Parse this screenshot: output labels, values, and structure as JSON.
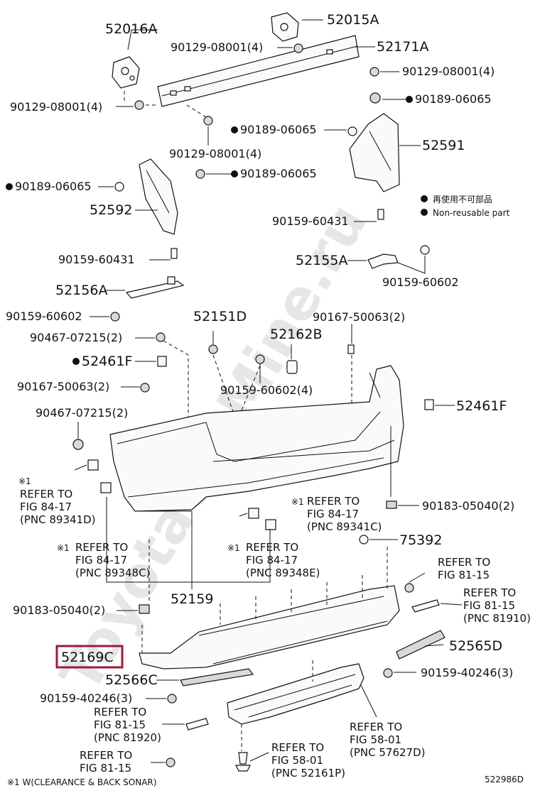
{
  "watermark": "ToyotaCarMine.ru",
  "legend": {
    "jp": "再使用不可部品",
    "en": "Non-reusable part"
  },
  "highlight_color": "#9b1c3a",
  "footnote": "※1 W(CLEARANCE & BACK SONAR)",
  "figure_id": "522986D",
  "labels": {
    "p52016A": "52016A",
    "p52015A": "52015A",
    "p52171A": "52171A",
    "b90129_a": "90129-08001(4)",
    "b90129_b": "90129-08001(4)",
    "b90129_c": "90129-08001(4)",
    "b90129_d": "90129-08001(4)",
    "c90189_a": "90189-06065",
    "c90189_b": "90189-06065",
    "c90189_c": "90189-06065",
    "c90189_d": "90189-06065",
    "p52591": "52591",
    "p52592": "52592",
    "s90159_604_a": "90159-60431",
    "s90159_604_b": "90159-60431",
    "p52155A": "52155A",
    "s90159_606_a": "90159-60602",
    "p52156A": "52156A",
    "s90159_606_b": "90159-60602",
    "p52151D": "52151D",
    "n90167_a": "90167-50063(2)",
    "c90467_a": "90467-07215(2)",
    "p52162B": "52162B",
    "p52461F_a": "52461F",
    "s90159_606_c": "90159-60602(4)",
    "n90167_b": "90167-50063(2)",
    "c90467_b": "90467-07215(2)",
    "p52461F_b": "52461F",
    "ref1": {
      "mark": "※1",
      "l1": "REFER TO",
      "l2": "FIG 84-17",
      "l3": "(PNC 89341D)"
    },
    "ref2": {
      "mark": "※1",
      "l1": "REFER TO",
      "l2": "FIG 84-17",
      "l3": "(PNC 89341C)"
    },
    "ref3": {
      "mark": "※1",
      "l1": "REFER TO",
      "l2": "FIG 84-17",
      "l3": "(PNC 89348C)"
    },
    "ref4": {
      "mark": "※1",
      "l1": "REFER TO",
      "l2": "FIG 84-17",
      "l3": "(PNC 89348E)"
    },
    "s90183_a": "90183-05040(2)",
    "p75392": "75392",
    "p52159": "52159",
    "s90183_b": "90183-05040(2)",
    "ref5": {
      "l1": "REFER TO",
      "l2": "FIG 81-15"
    },
    "ref6": {
      "l1": "REFER TO",
      "l2": "FIG 81-15",
      "l3": "(PNC 81910)"
    },
    "p52169C": "52169C",
    "p52565D": "52565D",
    "p52566C": "52566C",
    "s90159_402_a": "90159-40246(3)",
    "s90159_402_b": "90159-40246(3)",
    "ref7": {
      "l1": "REFER TO",
      "l2": "FIG 81-15",
      "l3": "(PNC 81920)"
    },
    "ref8": {
      "l1": "REFER TO",
      "l2": "FIG 58-01",
      "l3": "(PNC 57627D)"
    },
    "ref9": {
      "l1": "REFER TO",
      "l2": "FIG 58-01",
      "l3": "(PNC 52161P)"
    },
    "ref10": {
      "l1": "REFER TO",
      "l2": "FIG 81-15"
    }
  }
}
